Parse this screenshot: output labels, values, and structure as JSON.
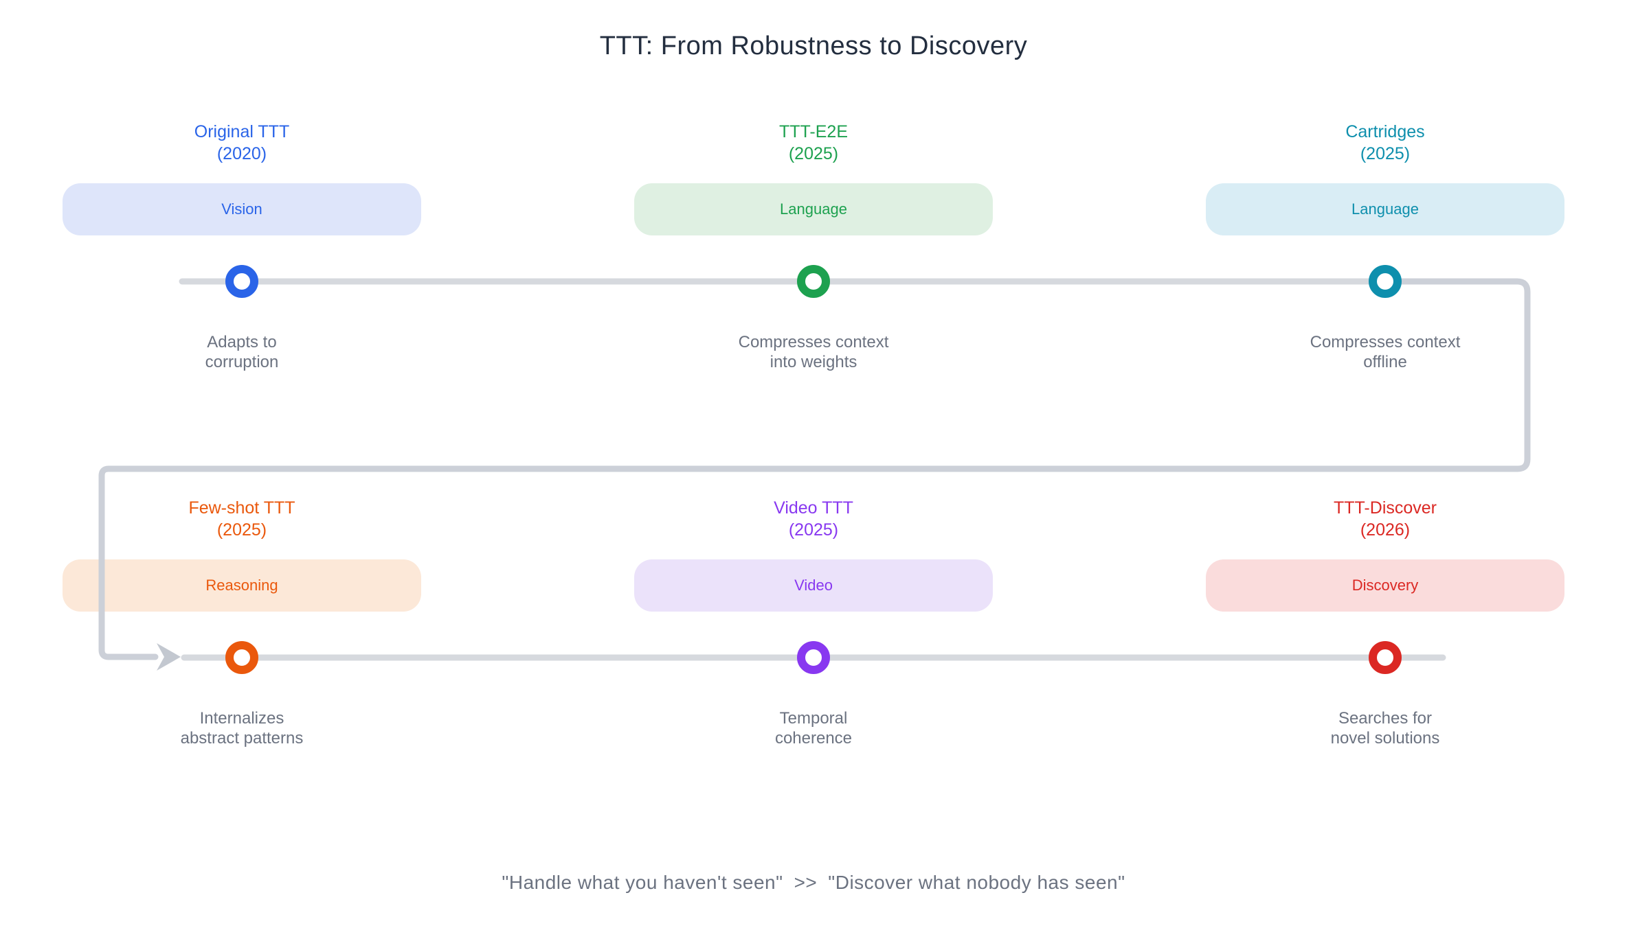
{
  "title": "TTT: From Robustness to Discovery",
  "timeline": {
    "line_color": "#d6d9de",
    "connector_color": "#ccd0d8",
    "arrow_color": "#c3c8d0",
    "connector_arrow_icon": "arrow-right"
  },
  "milestones": [
    {
      "name": "Original TTT",
      "year_label": "(2020)",
      "badge": "Vision",
      "description_line1": "Adapts to",
      "description_line2": "corruption",
      "accent": "#2a64e8",
      "badge_bg": "#dee5fa"
    },
    {
      "name": "TTT-E2E",
      "year_label": "(2025)",
      "badge": "Language",
      "description_line1": "Compresses context",
      "description_line2": "into weights",
      "accent": "#1da14f",
      "badge_bg": "#dff0e2"
    },
    {
      "name": "Cartridges",
      "year_label": "(2025)",
      "badge": "Language",
      "description_line1": "Compresses context",
      "description_line2": "offline",
      "accent": "#0e8fad",
      "badge_bg": "#d9edf5"
    },
    {
      "name": "Few-shot TTT",
      "year_label": "(2025)",
      "badge": "Reasoning",
      "description_line1": "Internalizes",
      "description_line2": "abstract patterns",
      "accent": "#ea580c",
      "badge_bg": "#fce8d8"
    },
    {
      "name": "Video TTT",
      "year_label": "(2025)",
      "badge": "Video",
      "description_line1": "Temporal",
      "description_line2": "coherence",
      "accent": "#8838f0",
      "badge_bg": "#ebe2fa"
    },
    {
      "name": "TTT-Discover",
      "year_label": "(2026)",
      "badge": "Discovery",
      "description_line1": "Searches for",
      "description_line2": "novel solutions",
      "accent": "#db2823",
      "badge_bg": "#fadcdc"
    }
  ],
  "quote": {
    "left": "\"Handle what you haven't seen\"",
    "separator": ">>",
    "right": "\"Discover what nobody has seen\""
  }
}
